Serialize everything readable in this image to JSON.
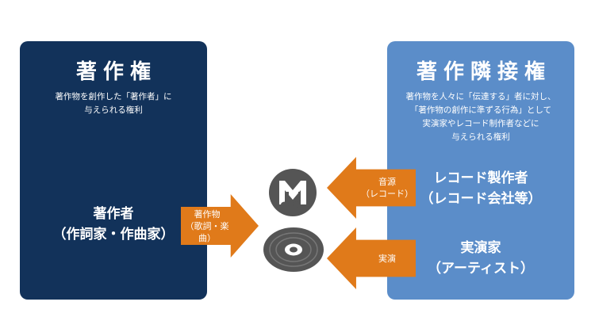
{
  "neighboring_rights": {
    "title": "著作隣接権",
    "description": "著作物を人々に「伝達する」者に対し、\n「著作物の創作に準ずる行為」として\n実演家やレコード制作者などに\n与えられる権利",
    "record_producer": "レコード製作者\n（レコード会社等）",
    "performer": "実演家\n（アーティスト）",
    "color": "#5b8dc9"
  },
  "copyright": {
    "title": "著作権",
    "description": "著作物を創作した「著作者」に\n与えられる権利",
    "author": "著作者\n（作詞家・作曲家）",
    "color": "#12325a"
  },
  "arrows": {
    "works": "著作物\n（歌詞・楽曲）",
    "sound_source": "音源\n（レコード）",
    "performance": "実演",
    "color": "#e07a1a"
  },
  "icons": {
    "music": "music-notes-icon",
    "disc": "disc-icon",
    "color": "#555555"
  }
}
